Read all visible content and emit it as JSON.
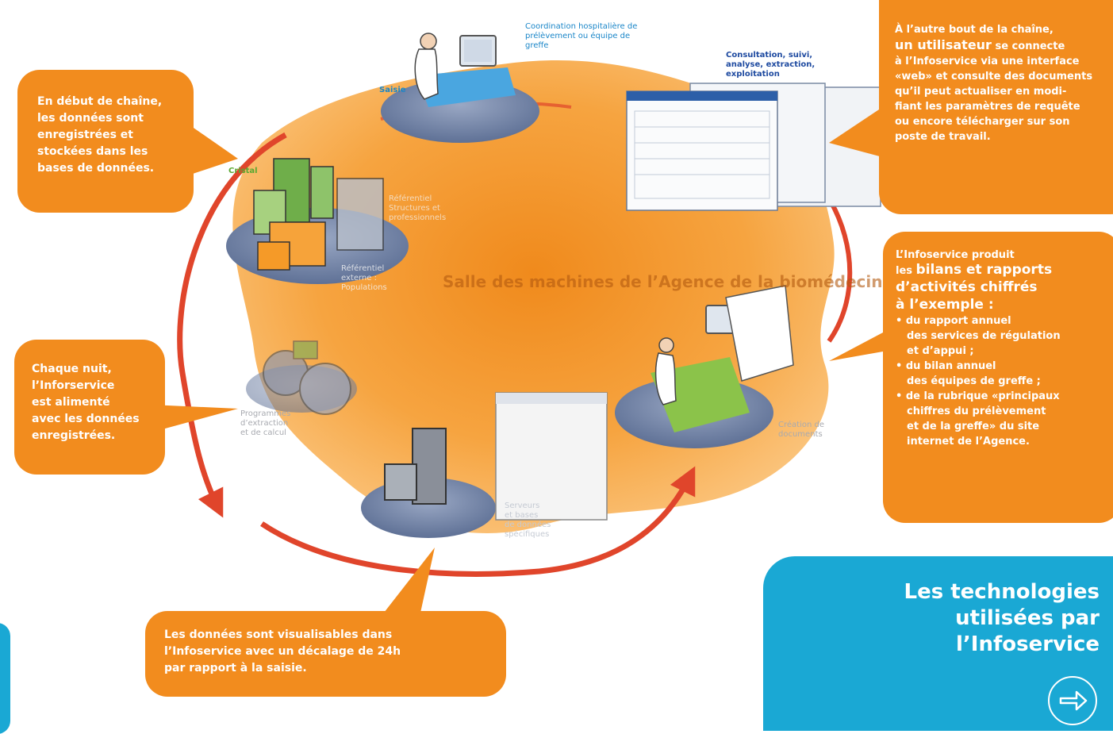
{
  "callouts": {
    "debut": [
      "En début de chaîne,",
      "les données sont",
      "enregistrées et",
      "stockées dans les",
      "bases de données."
    ],
    "nuit": [
      "Chaque nuit,",
      "l’Inforservice",
      "est alimenté",
      "avec les données",
      "enregistrées."
    ],
    "bas": [
      "Les données sont visualisables dans",
      "l’Infoservice avec un décalage de 24h",
      "par rapport à la saisie."
    ],
    "utilisateur": {
      "line1": "À l’autre bout de la chaîne,",
      "highlight": "un utilisateur",
      "line2_rest": " se connecte",
      "lines": [
        "à l’Infoservice via une interface",
        "«web» et consulte des documents",
        "qu’il peut actualiser en modi-",
        "fiant les paramètres de requête",
        "ou encore télécharger sur son",
        "poste de travail."
      ]
    },
    "bilans": {
      "line1": "L’Infoservice produit",
      "line2_pre": "les ",
      "line2_big": "bilans et rapports",
      "line3": "d’activités chiffrés",
      "line4": "à l’exemple :",
      "bullets": [
        [
          "• du rapport annuel",
          "des services de régulation",
          "et d’appui ;"
        ],
        [
          "• du bilan annuel",
          "des équipes de greffe ;"
        ],
        [
          "• de la rubrique «principaux",
          "chiffres du prélèvement",
          "et de la greffe» du site",
          "internet de l’Agence."
        ]
      ]
    }
  },
  "labels": {
    "coordination": [
      "Coordination hospitalière de",
      "prélèvement ou équipe de",
      "greffe"
    ],
    "saisie": "Saisie",
    "consultation": [
      "Consultation, suivi,",
      "analyse, extraction,",
      "exploitation"
    ],
    "cristal": "Cristal",
    "referentiel_interne": [
      "Référentiel",
      "Structures et",
      "professionnels"
    ],
    "referentiel_externe": [
      "Référentiel",
      "externe :",
      "Populations"
    ],
    "programmes": [
      "Programmes",
      "d’extraction",
      "et de calcul"
    ],
    "serveurs": [
      "Serveurs",
      "et bases",
      "de données",
      "spécifiques"
    ],
    "creation": [
      "Création de",
      "documents"
    ],
    "center_title": [
      "Salle des machines",
      "de l’Agence",
      "de la biomédecine"
    ]
  },
  "panel": {
    "title": [
      "Les technologies",
      "utilisées par",
      "l’Infoservice"
    ],
    "next_icon": "arrow-right-circle-icon"
  },
  "colors": {
    "orange": "#f28c1e",
    "blob": "#f7a23c",
    "arrow_red": "#e0452b",
    "platform_blue": "#7d8fb0",
    "panel_blue": "#1aa8d4"
  }
}
